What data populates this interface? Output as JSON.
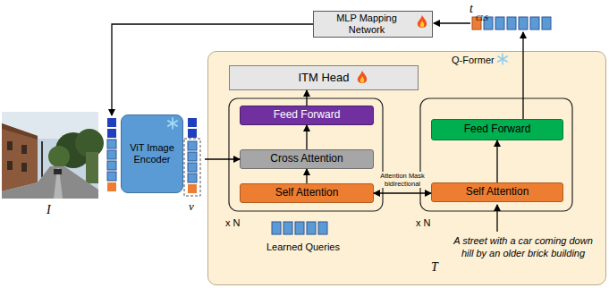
{
  "diagram": {
    "nodes": [
      {
        "text": [
          "MLP Mapping Network"
        ]
      },
      {
        "text": [
          "Q-Former"
        ]
      },
      {
        "text": [
          "ITM Head"
        ],
        "in": 1
      },
      {
        "text": [
          "Feed Forward"
        ],
        "in": 1
      },
      {
        "text": [
          "Cross Attention"
        ],
        "in": 1
      },
      {
        "text": [
          "Self Attention"
        ],
        "in": 1
      },
      {
        "text": [
          "Feed Forward"
        ],
        "in": 1
      },
      {
        "text": [
          "Self Attention"
        ],
        "in": 1
      },
      {
        "text": [
          "ViT Image Encoder"
        ]
      }
    ],
    "edges": [
      {
        "from": 0,
        "to": 8,
        "arrow": "to"
      },
      {
        "from": 8,
        "to": 4,
        "arrow": "to"
      },
      {
        "from": 5,
        "to": 4,
        "arrow": "to"
      },
      {
        "from": 4,
        "to": 3,
        "arrow": "to"
      },
      {
        "from": 3,
        "to": 2,
        "arrow": "to"
      },
      {
        "from": 5,
        "to": 7,
        "label": "Attention Mask bidirectional",
        "arrow": "both"
      },
      {
        "from": 7,
        "to": 6,
        "arrow": "to"
      }
    ],
    "labels": [
      "t",
      "CLS",
      "x N",
      "x N",
      "Learned Queries",
      "A street with a car coming down hill by an older brick building",
      "T",
      "I",
      "v"
    ]
  }
}
